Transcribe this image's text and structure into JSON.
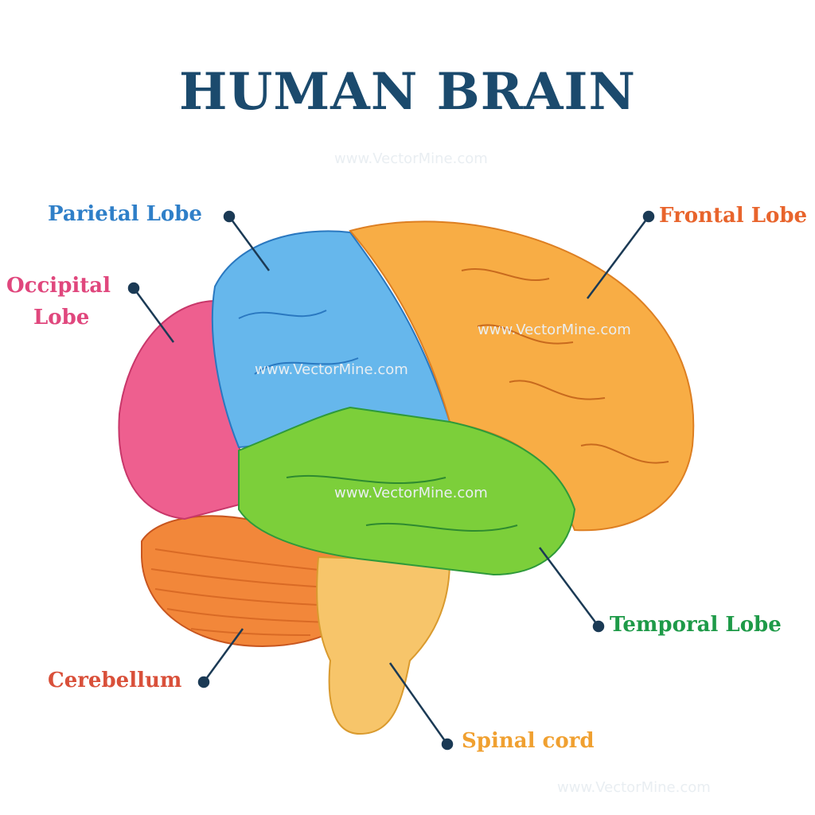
{
  "title": "HUMAN BRAIN",
  "watermark": "www.VectorMine.com",
  "labels": {
    "parietal": "Parietal Lobe",
    "frontal": "Frontal Lobe",
    "occipital_line1": "Occipital",
    "occipital_line2": "Lobe",
    "temporal": "Temporal Lobe",
    "cerebellum": "Cerebellum",
    "spinal": "Spinal cord"
  },
  "colors": {
    "title": "#1b4a6d",
    "parietal": "#2f7fc8",
    "frontal": "#e8642c",
    "occipital": "#e0477d",
    "temporal": "#1e9a48",
    "cerebellum": "#d9503a",
    "spinal": "#f0a030",
    "leader": "#1b3a55"
  }
}
